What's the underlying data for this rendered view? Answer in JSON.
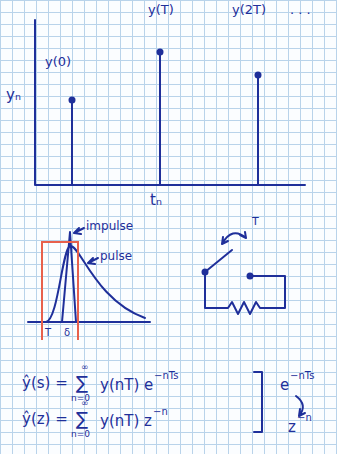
{
  "diagram": {
    "labels": [
      "y(0)",
      "y(T)",
      "y(2T)",
      ". . .",
      "yₙ",
      "tₙ",
      "impulse",
      "pulse",
      "T",
      "δ",
      "T",
      "ŷ(s) =",
      "∞",
      "∑",
      "n=0",
      "y(nT) e",
      "−nTs",
      "ŷ(z) =",
      "∞",
      "∑",
      "n=0",
      "y(nT) z",
      "−n",
      "e",
      "−nTs",
      "z",
      "−n"
    ]
  }
}
